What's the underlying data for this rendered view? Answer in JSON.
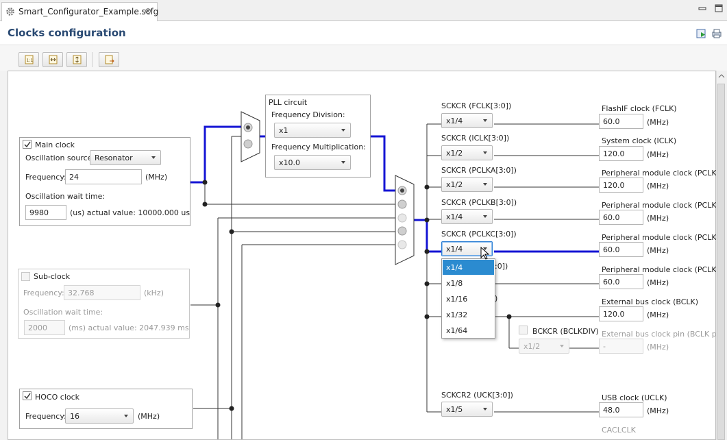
{
  "tab": {
    "title": "Smart_Configurator_Example.scfg",
    "close": "⊗"
  },
  "header": {
    "title": "Clocks configuration"
  },
  "colors": {
    "accent_wire": "#1414d4",
    "title_color": "#2a4a73",
    "selection": "#2b8bd0"
  },
  "main_clock": {
    "label": "Main clock",
    "checked": true,
    "source_label": "Oscillation source:",
    "source_value": "Resonator",
    "freq_label": "Frequency:",
    "freq_value": "24",
    "freq_unit": "(MHz)",
    "wait_label": "Oscillation wait time:",
    "wait_value": "9980",
    "wait_note": "(us) actual value: 10000.000 us"
  },
  "sub_clock": {
    "label": "Sub-clock",
    "checked": false,
    "freq_label": "Frequency:",
    "freq_value": "32.768",
    "freq_unit": "(kHz)",
    "wait_label": "Oscillation wait time:",
    "wait_value": "2000",
    "wait_note": "(ms) actual value: 2047.939 ms"
  },
  "hoco_clock": {
    "label": "HOCO clock",
    "checked": true,
    "freq_label": "Frequency:",
    "freq_value": "16",
    "freq_unit": "(MHz)"
  },
  "pll": {
    "title": "PLL circuit",
    "div_label": "Frequency Division:",
    "div_value": "x1",
    "mul_label": "Frequency Multiplication:",
    "mul_value": "x10.0"
  },
  "dividers": [
    {
      "label": "SCKCR (FCLK[3:0])",
      "value": "x1/4"
    },
    {
      "label": "SCKCR (ICLK[3:0])",
      "value": "x1/2"
    },
    {
      "label": "SCKCR (PCLKA[3:0])",
      "value": "x1/2"
    },
    {
      "label": "SCKCR (PCLKB[3:0])",
      "value": "x1/4"
    },
    {
      "label": "SCKCR (PCLKC[3:0])",
      "value": "x1/4"
    },
    {
      "label_tail": ":0])"
    },
    {
      "label_tail": ")"
    },
    {
      "label": "SCKCR2 (UCK[3:0])",
      "value": "x1/5"
    }
  ],
  "outputs": [
    {
      "label": "FlashIF clock (FCLK)",
      "value": "60.0",
      "unit": "(MHz)"
    },
    {
      "label": "System clock (ICLK)",
      "value": "120.0",
      "unit": "(MHz)"
    },
    {
      "label": "Peripheral module clock (PCLKA)",
      "value": "120.0",
      "unit": "(MHz)"
    },
    {
      "label": "Peripheral module clock (PCLKB)",
      "value": "60.0",
      "unit": "(MHz)"
    },
    {
      "label": "Peripheral module clock (PCLKC)",
      "value": "60.0",
      "unit": "(MHz)"
    },
    {
      "label": "Peripheral module clock (PCLKD)",
      "value": "60.0",
      "unit": "(MHz)"
    },
    {
      "label": "External bus clock (BCLK)",
      "value": "120.0",
      "unit": "(MHz)"
    },
    {
      "label": "External bus clock pin (BCLK pin)",
      "value": "-",
      "unit": "(MHz)"
    },
    {
      "label": "USB clock (UCLK)",
      "value": "48.0",
      "unit": "(MHz)"
    },
    {
      "label": "CACLCLK"
    }
  ],
  "bckcr": {
    "label": "BCKCR (BCLKDIV)",
    "checked": false,
    "value": "x1/2"
  },
  "dropdown": {
    "options": [
      "x1/4",
      "x1/8",
      "x1/16",
      "x1/32",
      "x1/64"
    ],
    "selected": "x1/4"
  },
  "icons": [
    "gear-icon",
    "close-icon",
    "minimize-icon",
    "maximize-icon",
    "generate-code-icon",
    "print-icon",
    "fit-window-icon",
    "fit-width-icon",
    "fit-height-icon",
    "export-icon",
    "check-icon",
    "dropdown-arrow-icon",
    "mouse-cursor-icon"
  ]
}
